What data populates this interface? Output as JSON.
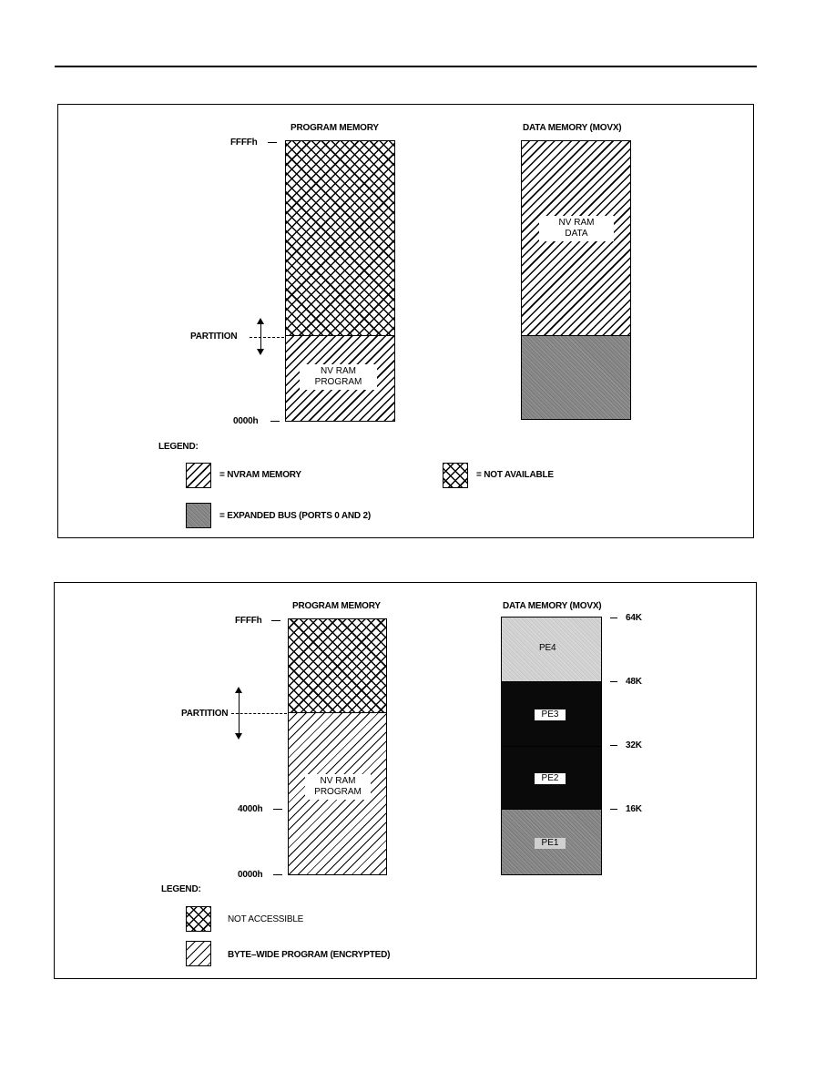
{
  "fig1": {
    "program_title": "PROGRAM MEMORY",
    "data_title": "DATA MEMORY (MOVX)",
    "addr_top": "FFFFh",
    "addr_bottom": "0000h",
    "partition": "PARTITION",
    "prog_region_line1": "NV RAM",
    "prog_region_line2": "PROGRAM",
    "data_region_line1": "NV RAM",
    "data_region_line2": "DATA",
    "legend_title": "LEGEND:",
    "legend_nvram": "=  NVRAM MEMORY",
    "legend_na": "=  NOT AVAILABLE",
    "legend_bus": "=  EXPANDED BUS (PORTS 0 AND 2)"
  },
  "fig2": {
    "program_title": "PROGRAM MEMORY",
    "data_title": "DATA MEMORY (MOVX)",
    "addr_top": "FFFFh",
    "addr_4000": "4000h",
    "addr_bottom": "0000h",
    "partition": "PARTITION",
    "prog_region_line1": "NV RAM",
    "prog_region_line2": "PROGRAM",
    "pe4": "PE4",
    "pe3": "PE3",
    "pe2": "PE2",
    "pe1": "PE1",
    "k64": "64K",
    "k48": "48K",
    "k32": "32K",
    "k16": "16K",
    "legend_title": "LEGEND:",
    "legend_na": "NOT ACCESSIBLE",
    "legend_bw": "BYTE–WIDE PROGRAM (ENCRYPTED)"
  }
}
